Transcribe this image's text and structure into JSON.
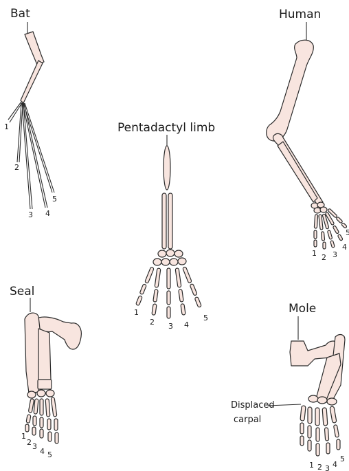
{
  "diagram": {
    "colors": {
      "bone_fill": "#f8e5df",
      "outline": "#2a2a2a",
      "background": "#ffffff"
    },
    "bat": {
      "title": "Bat",
      "digits": [
        "1",
        "2",
        "3",
        "4",
        "5"
      ]
    },
    "human": {
      "title": "Human",
      "digits": [
        "1",
        "2",
        "3",
        "4",
        "5"
      ]
    },
    "pentadactyl": {
      "title": "Pentadactyl limb",
      "digits": [
        "1",
        "2",
        "3",
        "4",
        "5"
      ]
    },
    "seal": {
      "title": "Seal",
      "digits": [
        "1",
        "2",
        "3",
        "4",
        "5"
      ]
    },
    "mole": {
      "title": "Mole",
      "digits": [
        "1",
        "2",
        "3",
        "4",
        "5"
      ],
      "callout_line1": "Displaced",
      "callout_line2": "carpal"
    }
  }
}
